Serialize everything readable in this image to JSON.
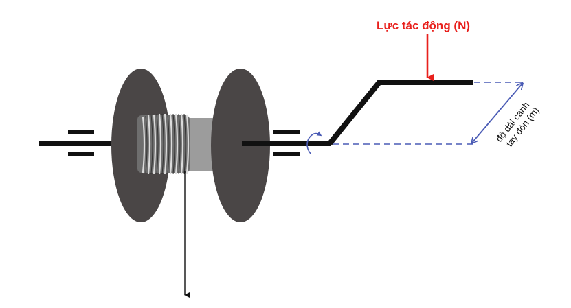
{
  "diagram": {
    "force_label": "Lực tác động (N)",
    "lever_arm_label_line1": "độ dài cánh",
    "lever_arm_label_line2": "tay đòn (m)",
    "colors": {
      "background": "#ffffff",
      "force": "#e8201c",
      "dimension": "#4a5bb5",
      "disc": "#4a4646",
      "shaft": "#111111",
      "coil": "#707070",
      "drum": "#9a9a9a"
    }
  }
}
